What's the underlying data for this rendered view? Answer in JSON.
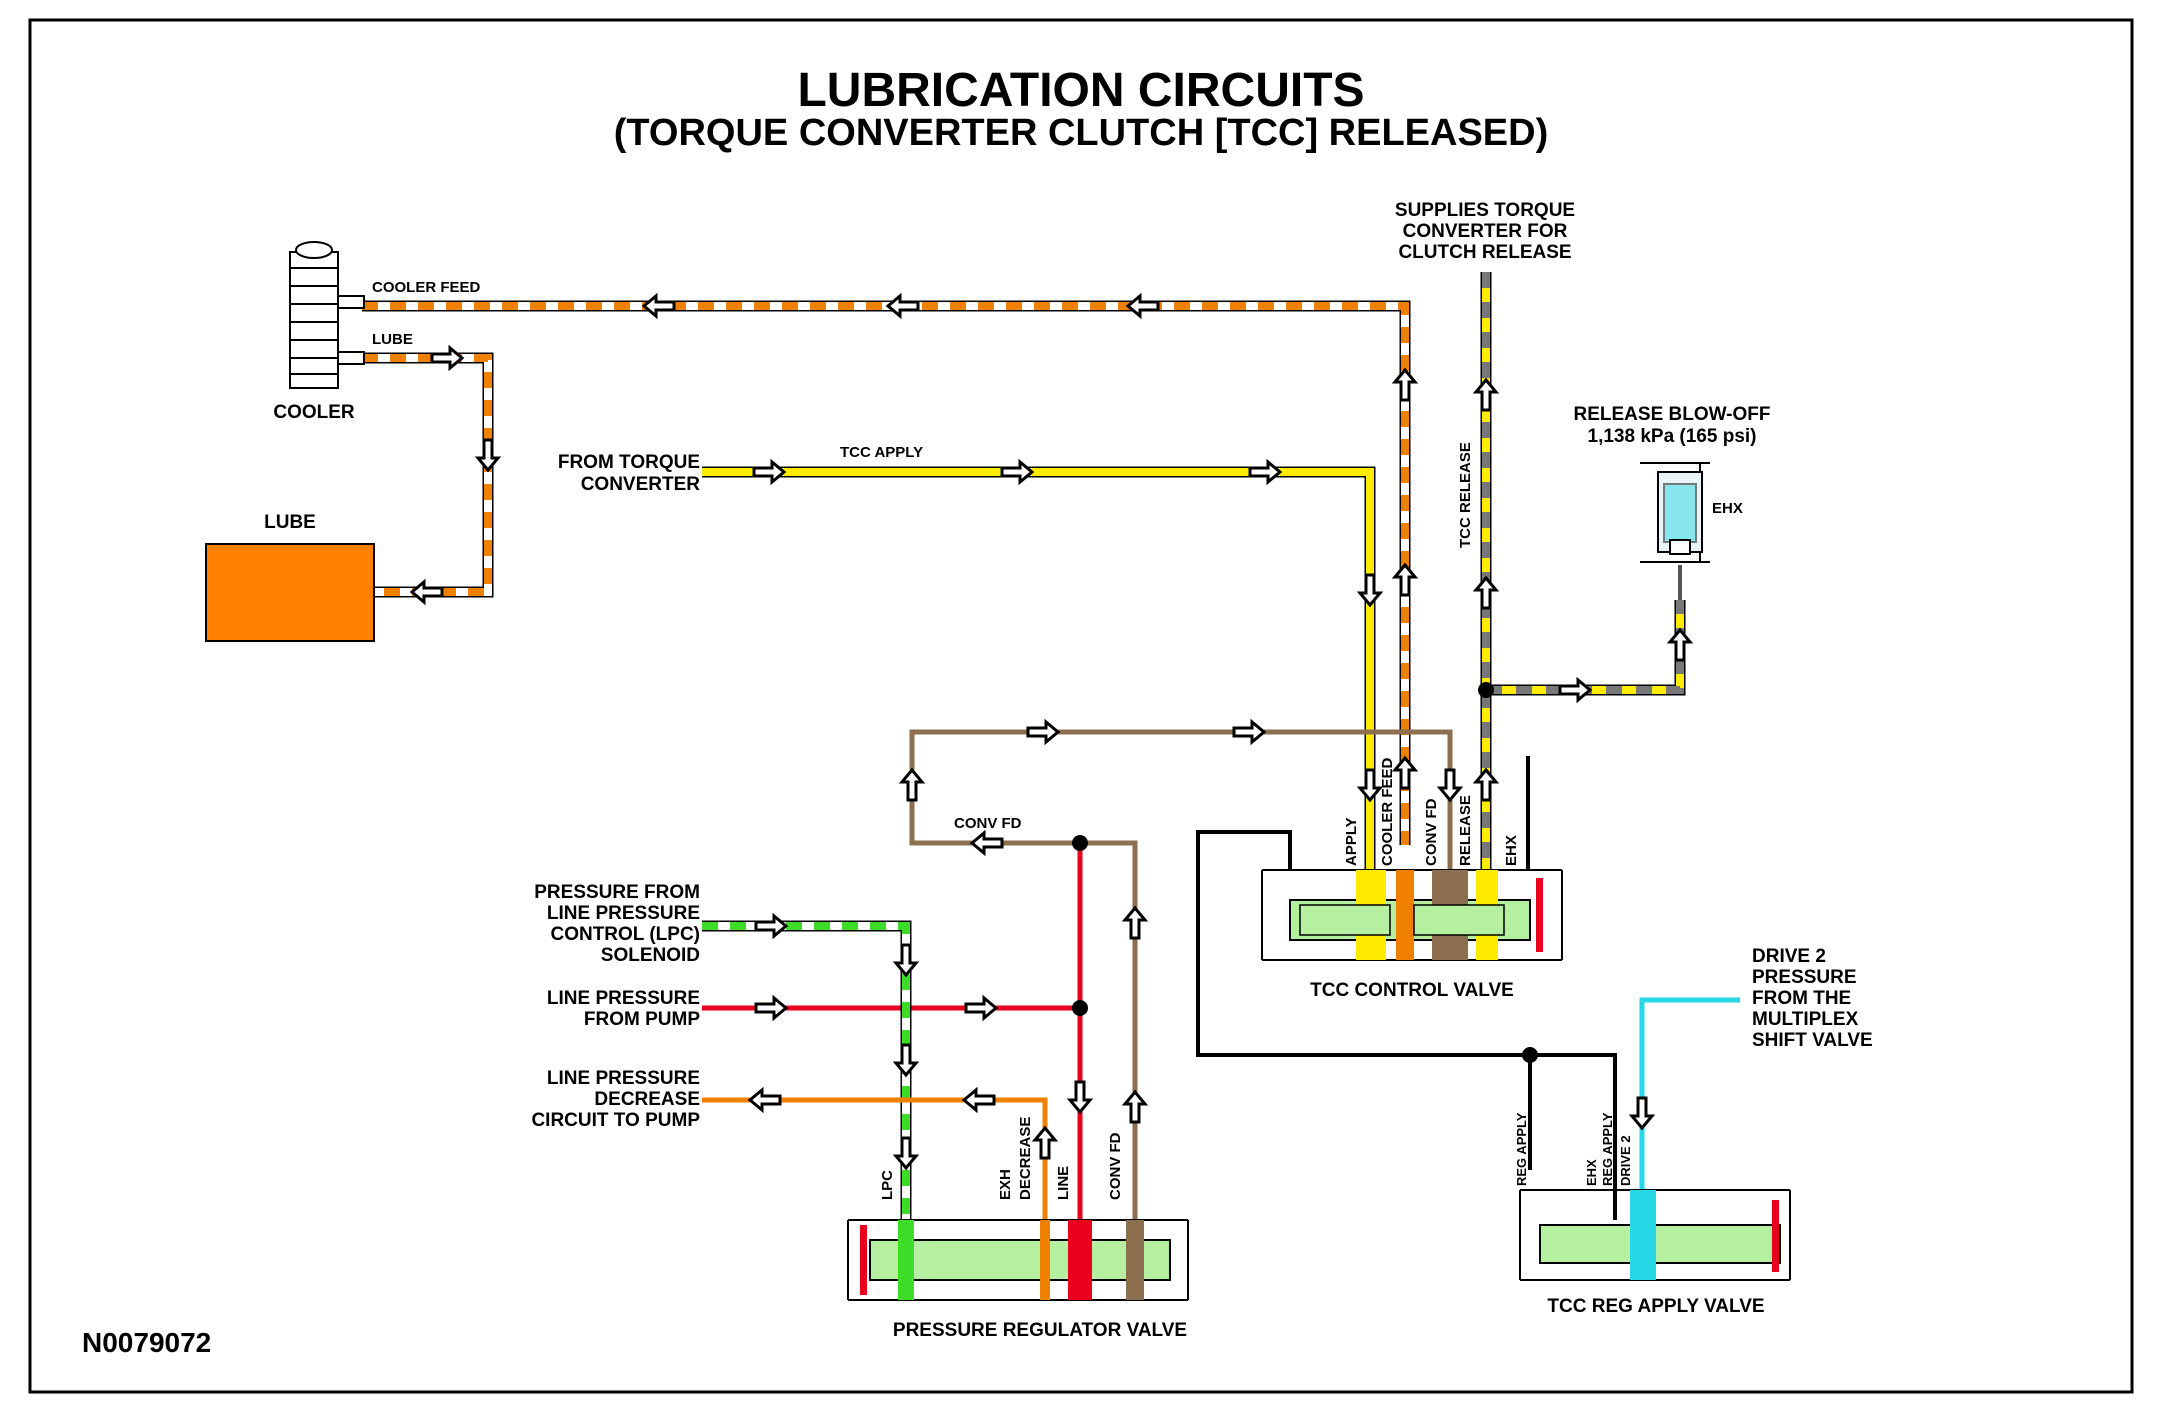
{
  "title": "LUBRICATION CIRCUITS",
  "subtitle": "(TORQUE CONVERTER CLUTCH [TCC] RELEASED)",
  "figure_id": "N0079072",
  "colors": {
    "cooler_feed": "#f08000",
    "tcc_apply": "#ffeb00",
    "tcc_release": "#f5e000",
    "conv_fd": "#8b6f4e",
    "line": "#e8001c",
    "lpc": "#3cdc28",
    "decrease": "#f08000",
    "drive2": "#28d7e6",
    "valve_spool": "#b4f0a0",
    "lube_box": "#ff8000"
  },
  "components": {
    "cooler": "COOLER",
    "lube_box": "LUBE",
    "tcc_control_valve": "TCC CONTROL VALVE",
    "pressure_regulator_valve": "PRESSURE REGULATOR VALVE",
    "tcc_reg_apply_valve": "TCC REG APPLY VALVE",
    "release_blowoff_line1": "RELEASE BLOW-OFF",
    "release_blowoff_line2": "1,138 kPa (165 psi)",
    "ehx": "EHX"
  },
  "labels": {
    "cooler_feed": "COOLER FEED",
    "lube": "LUBE",
    "from_tc_1": "FROM TORQUE",
    "from_tc_2": "CONVERTER",
    "tcc_apply": "TCC APPLY",
    "supplies_1": "SUPPLIES TORQUE",
    "supplies_2": "CONVERTER FOR",
    "supplies_3": "CLUTCH RELEASE",
    "tcc_release": "TCC RELEASE",
    "conv_fd": "CONV FD",
    "lpc_1": "PRESSURE FROM",
    "lpc_2": "LINE PRESSURE",
    "lpc_3": "CONTROL (LPC)",
    "lpc_4": "SOLENOID",
    "lp_pump_1": "LINE PRESSURE",
    "lp_pump_2": "FROM PUMP",
    "lpd_1": "LINE PRESSURE",
    "lpd_2": "DECREASE",
    "lpd_3": "CIRCUIT TO PUMP",
    "drive2_1": "DRIVE 2",
    "drive2_2": "PRESSURE",
    "drive2_3": "FROM THE",
    "drive2_4": "MULTIPLEX",
    "drive2_5": "SHIFT VALVE"
  },
  "port_labels": {
    "tcc_control": [
      "APPLY",
      "COOLER FEED",
      "CONV FD",
      "RELEASE",
      "EHX"
    ],
    "pressure_regulator": [
      "LPC",
      "EXH",
      "DECREASE",
      "LINE",
      "CONV FD"
    ],
    "tcc_reg_apply": [
      "REG APPLY",
      "EHX",
      "REG APPLY",
      "DRIVE 2"
    ]
  }
}
